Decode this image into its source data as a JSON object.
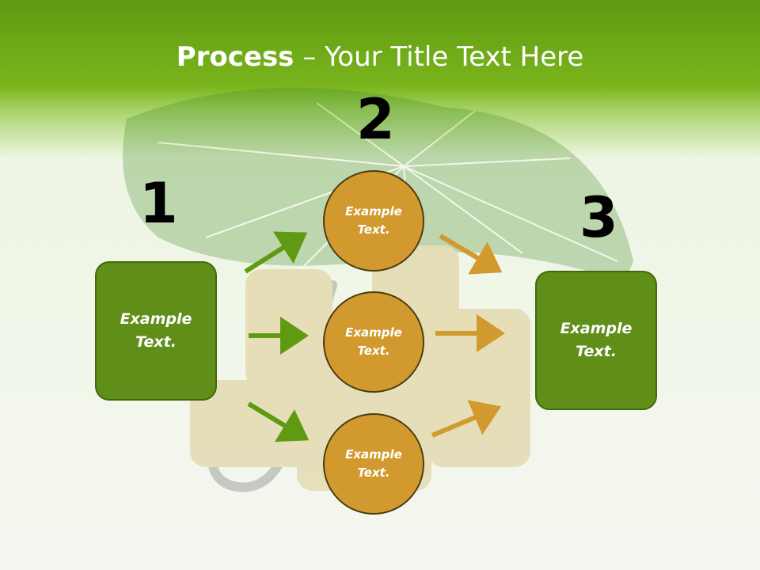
{
  "slide": {
    "title_bold": "Process",
    "title_rest": " – Your Title Text Here"
  },
  "steps": {
    "step1_number": "1",
    "step2_number": "2",
    "step3_number": "3"
  },
  "left_box": {
    "text": "Example\nText."
  },
  "circles": [
    {
      "text": "Example\nText."
    },
    {
      "text": "Example\nText."
    },
    {
      "text": "Example\nText."
    }
  ],
  "right_box": {
    "text": "Example\nText."
  },
  "colors": {
    "header_green": "#7ab51d",
    "box_green": "#5f8f19",
    "circle_gold": "#d29a2e",
    "arrow_green": "#5f9a12",
    "arrow_gold": "#d29a2e"
  }
}
